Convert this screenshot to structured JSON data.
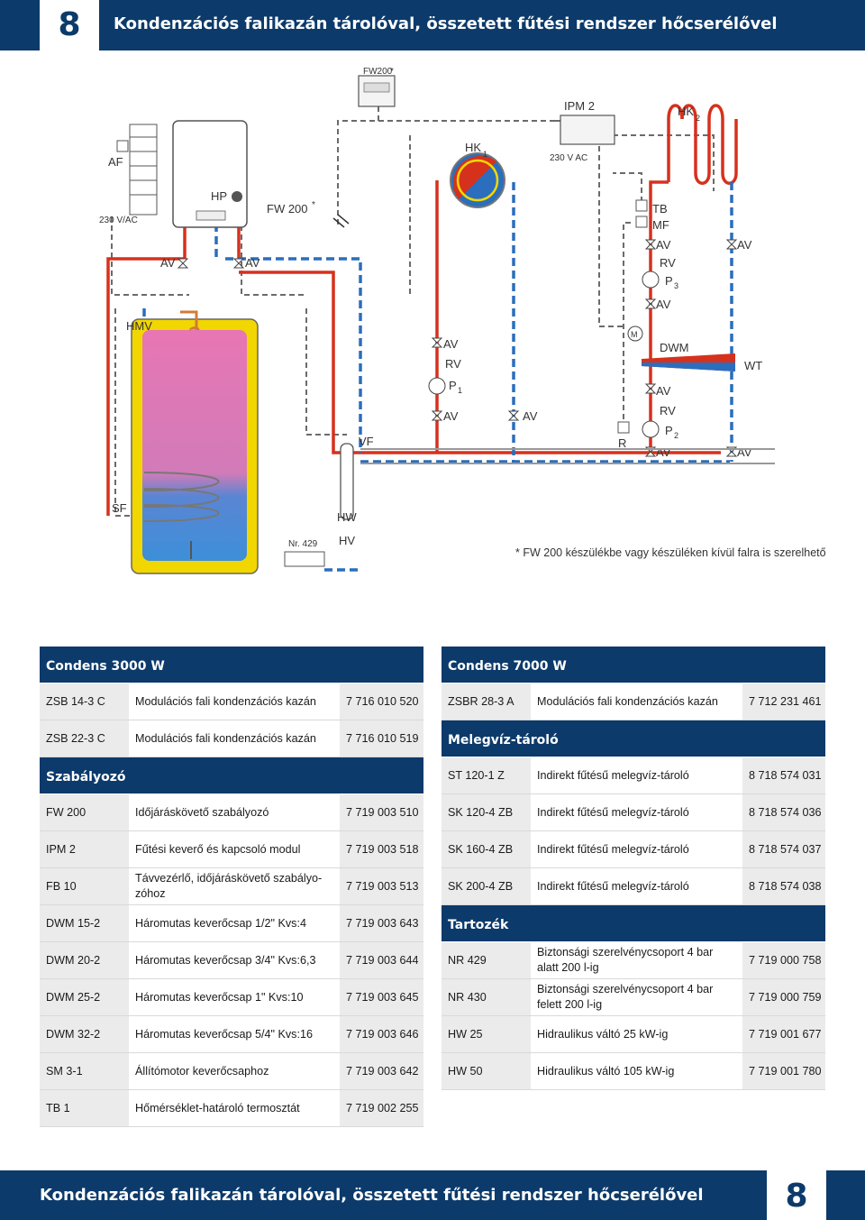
{
  "page": {
    "number": "8",
    "title": "Kondenzációs falikazán tárolóval, összetett fűtési rendszer hőcserélővel"
  },
  "diagram": {
    "labels": {
      "fw200_top": "FW200",
      "fw200_top_star": "*",
      "ipm2": "IPM 2",
      "hk2": "HK",
      "hk2_sub": "2",
      "hk1": "HK",
      "hk1_sub": "1",
      "v230_ipm": "230 V AC",
      "af": "AF",
      "hp": "HP",
      "fw200_boiler": "FW 200",
      "fw200_boiler_star": "*",
      "v230_boiler": "230 V/AC",
      "av_left1": "AV",
      "av_left2": "AV",
      "tb": "TB",
      "mf": "MF",
      "av_r1": "AV",
      "rv_r1": "RV",
      "p3": "P",
      "p3_sub": "3",
      "av_r2": "AV",
      "av_far1": "AV",
      "m": "M",
      "dwm": "DWM",
      "wt": "WT",
      "hmv": "HMV",
      "av_m1": "AV",
      "rv_m1": "RV",
      "p1": "P",
      "p1_sub": "1",
      "av_m2": "AV",
      "av_m3": "AV",
      "av_r3": "AV",
      "rv_r2": "RV",
      "p2": "P",
      "p2_sub": "2",
      "av_r4": "AV",
      "av_far2": "AV",
      "r": "R",
      "vf": "VF",
      "sf": "SF",
      "hw": "HW",
      "hv": "HV",
      "nr429": "Nr. 429"
    },
    "colors": {
      "supply": "#d6311d",
      "return": "#2a6ebd",
      "control": "#6b6b6b",
      "tank_outer": "#f2d600",
      "tank_top": "#e776b4",
      "tank_bottom": "#3d8fd9"
    }
  },
  "caption": "* FW 200 készülékbe vagy készüléken kívül falra is szerelhető",
  "left_table": {
    "sections": [
      {
        "title": "Condens 3000 W",
        "rows": [
          [
            "ZSB 14-3 C",
            "Modulációs fali kondenzációs kazán",
            "7 716 010 520"
          ],
          [
            "ZSB 22-3 C",
            "Modulációs fali kondenzációs kazán",
            "7 716 010 519"
          ]
        ]
      },
      {
        "title": "Szabályozó",
        "rows": [
          [
            "FW 200",
            "Időjáráskövető szabályozó",
            "7 719 003 510"
          ],
          [
            "IPM 2",
            "Fűtési keverő és kapcsoló modul",
            "7 719 003 518"
          ],
          [
            "FB 10",
            "Távvezérlő, időjáráskövető szabályo-zóhoz",
            "7 719 003 513"
          ],
          [
            "DWM 15-2",
            "Háromutas keverőcsap 1/2\" Kvs:4",
            "7 719 003 643"
          ],
          [
            "DWM 20-2",
            "Háromutas keverőcsap 3/4\" Kvs:6,3",
            "7 719 003 644"
          ],
          [
            "DWM 25-2",
            "Háromutas keverőcsap 1\" Kvs:10",
            "7 719 003 645"
          ],
          [
            "DWM 32-2",
            "Háromutas keverőcsap 5/4\" Kvs:16",
            "7 719 003 646"
          ],
          [
            "SM 3-1",
            "Állítómotor keverőcsaphoz",
            "7 719 003 642"
          ],
          [
            "TB 1",
            "Hőmérséklet-határoló termosztát",
            "7 719 002 255"
          ]
        ]
      }
    ]
  },
  "right_table": {
    "sections": [
      {
        "title": "Condens 7000 W",
        "rows": [
          [
            "ZSBR 28-3 A",
            "Modulációs fali kondenzációs kazán",
            "7 712 231 461"
          ]
        ]
      },
      {
        "title": "Melegvíz-tároló",
        "rows": [
          [
            "ST 120-1 Z",
            "Indirekt fűtésű melegvíz-tároló",
            "8 718 574 031"
          ],
          [
            "SK 120-4 ZB",
            "Indirekt fűtésű melegvíz-tároló",
            "8 718 574 036"
          ],
          [
            "SK 160-4 ZB",
            "Indirekt fűtésű melegvíz-tároló",
            "8 718 574 037"
          ],
          [
            "SK 200-4 ZB",
            "Indirekt fűtésű melegvíz-tároló",
            "8 718 574 038"
          ]
        ]
      },
      {
        "title": "Tartozék",
        "rows": [
          [
            "NR 429",
            "Biztonsági szerelvénycsoport 4 bar alatt 200 l-ig",
            "7 719 000 758"
          ],
          [
            "NR 430",
            "Biztonsági szerelvénycsoport 4 bar felett 200 l-ig",
            "7 719 000 759"
          ],
          [
            "HW 25",
            "Hidraulikus váltó 25 kW-ig",
            "7 719 001 677"
          ],
          [
            "HW 50",
            "Hidraulikus váltó 105 kW-ig",
            "7 719 001 780"
          ]
        ]
      }
    ]
  }
}
